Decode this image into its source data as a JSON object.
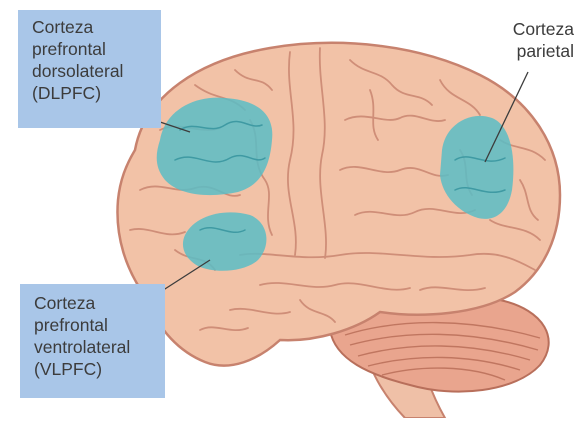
{
  "labels": {
    "dlpfc": [
      "Corteza",
      "prefrontal",
      "dorsolateral",
      "(DLPFC)"
    ],
    "vlpfc": [
      "Corteza",
      "prefrontal",
      "ventrolateral",
      "(VLPFC)"
    ],
    "parietal": [
      "Corteza",
      "parietal"
    ]
  },
  "colors": {
    "brain": "#f2c2a7",
    "brain_outline": "#c7826e",
    "gyri_lines": "#cf8e78",
    "highlight": "#5bbdc6",
    "cerebellum": "#e9a58e",
    "brainstem": "#efc0a7",
    "label_box": "#a9c6e8",
    "text": "#3c3c3c"
  }
}
